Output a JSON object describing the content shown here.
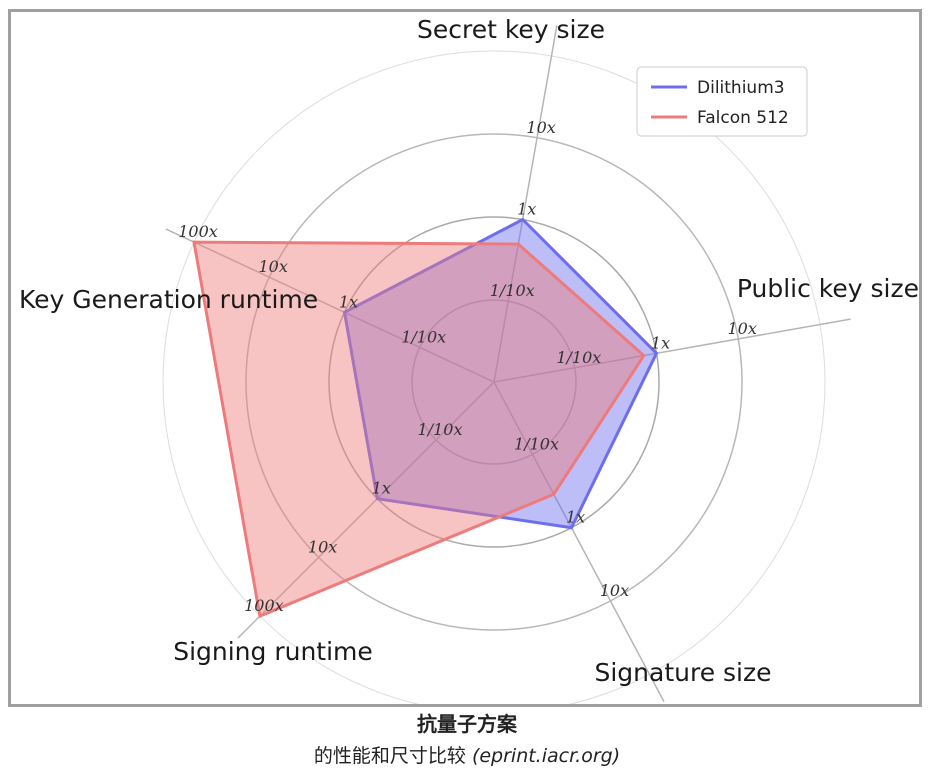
{
  "chart_data": {
    "type": "radar",
    "scale": "log",
    "axes": [
      "Secret key size",
      "Public key size",
      "Signature size",
      "Signing runtime",
      "Key Generation runtime"
    ],
    "ring_values": [
      0.1,
      1,
      10,
      100
    ],
    "tick_labels": [
      "1/10x",
      "1x",
      "10x",
      "100x"
    ],
    "tick_labels_shown": [
      [
        "1/10x",
        "1x",
        "10x"
      ],
      [
        "1/10x",
        "1x",
        "10x"
      ],
      [
        "1/10x",
        "1x",
        "10x"
      ],
      [
        "1/10x",
        "1x",
        "10x",
        "100x"
      ],
      [
        "1/10x",
        "1x",
        "10x",
        "100x"
      ]
    ],
    "series": [
      {
        "name": "Dilithium3",
        "color": "#6d6df0",
        "values": [
          1,
          1,
          1,
          1,
          1
        ]
      },
      {
        "name": "Falcon 512",
        "color": "#ee7b7b",
        "values": [
          0.5,
          0.7,
          0.35,
          100,
          100
        ]
      }
    ],
    "legend_position": "top-right",
    "grid": true
  },
  "caption": {
    "title": "抗量子方案",
    "subtitle": "的性能和尺寸比较",
    "source": "(eprint.iacr.org)"
  }
}
